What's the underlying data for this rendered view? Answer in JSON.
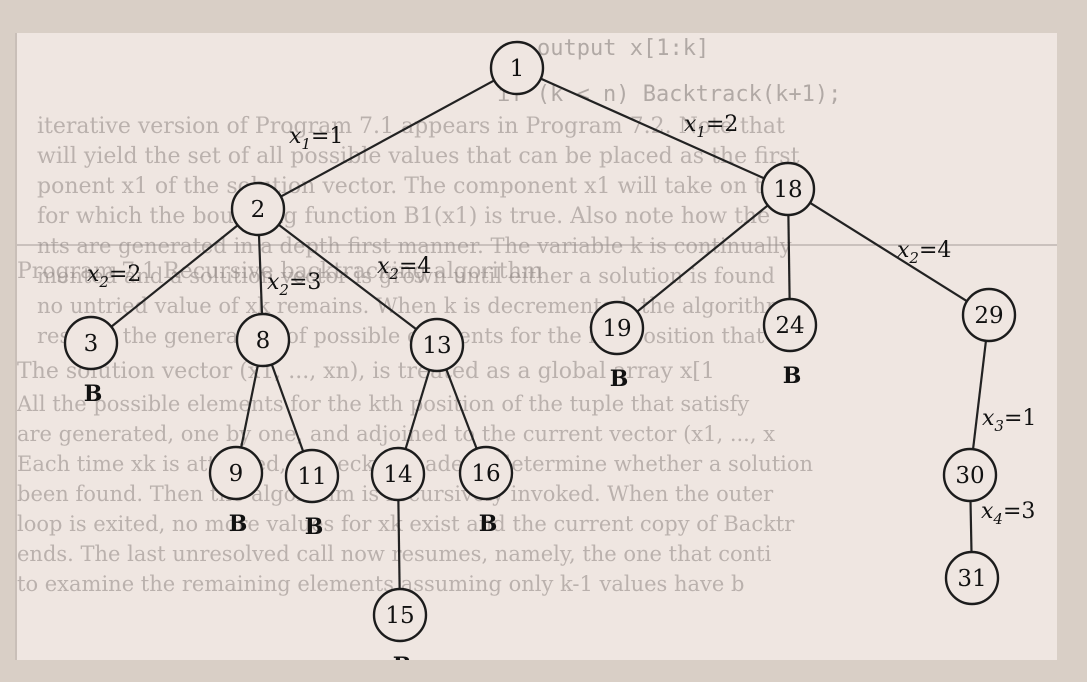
{
  "nodes": [
    {
      "id": "1",
      "label": "1"
    },
    {
      "id": "2",
      "label": "2"
    },
    {
      "id": "18",
      "label": "18"
    },
    {
      "id": "3",
      "label": "3",
      "bounded": "B"
    },
    {
      "id": "8",
      "label": "8"
    },
    {
      "id": "13",
      "label": "13"
    },
    {
      "id": "19",
      "label": "19",
      "bounded": "B"
    },
    {
      "id": "24",
      "label": "24",
      "bounded": "B"
    },
    {
      "id": "29",
      "label": "29"
    },
    {
      "id": "9",
      "label": "9",
      "bounded": "B"
    },
    {
      "id": "11",
      "label": "11",
      "bounded": "B"
    },
    {
      "id": "14",
      "label": "14"
    },
    {
      "id": "16",
      "label": "16",
      "bounded": "B"
    },
    {
      "id": "30",
      "label": "30"
    },
    {
      "id": "15",
      "label": "15",
      "bounded": "B"
    },
    {
      "id": "31",
      "label": "31"
    }
  ],
  "edges": [
    {
      "from": "1",
      "to": "2",
      "var": "x",
      "sub": "1",
      "val": "=1"
    },
    {
      "from": "1",
      "to": "18",
      "var": "x",
      "sub": "1",
      "val": "=2"
    },
    {
      "from": "2",
      "to": "3",
      "var": "x",
      "sub": "2",
      "val": "=2"
    },
    {
      "from": "2",
      "to": "8",
      "var": "x",
      "sub": "2",
      "val": "=3"
    },
    {
      "from": "2",
      "to": "13",
      "var": "x",
      "sub": "2",
      "val": "=4"
    },
    {
      "from": "18",
      "to": "19"
    },
    {
      "from": "18",
      "to": "24"
    },
    {
      "from": "18",
      "to": "29",
      "var": "x",
      "sub": "2",
      "val": "=4"
    },
    {
      "from": "8",
      "to": "9"
    },
    {
      "from": "8",
      "to": "11"
    },
    {
      "from": "13",
      "to": "14"
    },
    {
      "from": "13",
      "to": "16"
    },
    {
      "from": "29",
      "to": "30",
      "var": "x",
      "sub": "3",
      "val": "=1"
    },
    {
      "from": "14",
      "to": "15"
    },
    {
      "from": "30",
      "to": "31",
      "var": "x",
      "sub": "4",
      "val": "=3"
    }
  ],
  "background_text": [
    "output x[1:k]",
    "if (k < n) Backtrack(k+1);",
    "iterative version of Program 7.1 appears in Program 7.2. Note that",
    "will yield the set of all possible values that can be placed as the first",
    "ponent x1 of the solution vector. The component x1 will take on those",
    "for which the bounding function B1(x1) is true. Also note how the",
    "nts are generated in a depth first manner. The variable k is continually",
    "mented and a solution vector is grown until either a solution is found",
    "no untried value of xk remains. When k is decremented, the algorithm",
    "resume the generation of possible elements for the kth position that",
    "Program 7.1 Recursive backtracking algorithm",
    "The solution vector (x1, ..., xn), is treated as a global array x[1",
    "All the possible elements for the kth position of the tuple that satisfy",
    "are generated, one by one, and adjoined to the current vector (x1, ..., x",
    "Each time xk is attached, a check is made to determine whether a solution",
    "been found. Then the algorithm is recursively invoked. When the outer",
    "loop is exited, no more values for xk exist and the current copy of Backtr",
    "ends. The last unresolved call now resumes, namely, the one that conti",
    "to examine the remaining elements assuming only k-1 values have b"
  ]
}
